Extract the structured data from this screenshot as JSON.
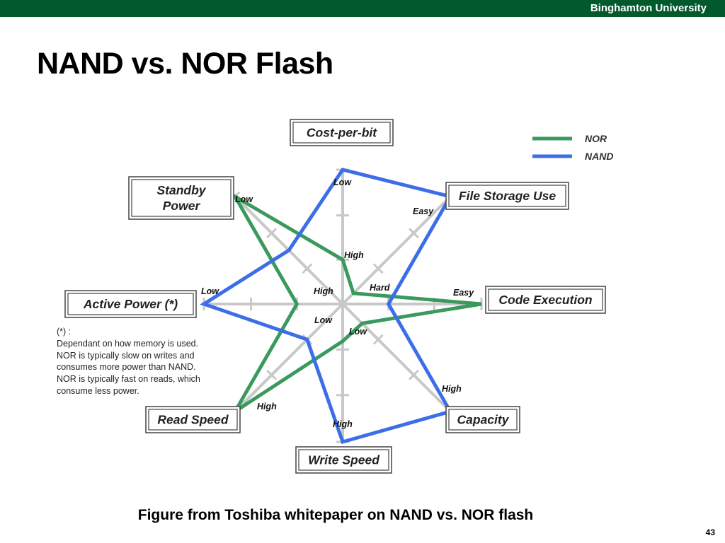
{
  "header": {
    "institution": "Binghamton University"
  },
  "slide": {
    "title": "NAND vs. NOR Flash",
    "caption": "Figure from Toshiba whitepaper on NAND vs. NOR flash",
    "page_number": "43"
  },
  "legend": [
    {
      "label": "NOR",
      "color": "#3a9a5c"
    },
    {
      "label": "NAND",
      "color": "#3c6ee8"
    }
  ],
  "footnote": [
    "(*) :",
    "Dependant on how memory is used.",
    "NOR is typically slow on writes and",
    "consumes more power than NAND.",
    "NOR is typically fast on reads, which",
    "consume less power."
  ],
  "axes": [
    {
      "name": "Cost-per-bit",
      "outer_label": "Low",
      "inner_label": "High"
    },
    {
      "name": "File Storage Use",
      "outer_label": "Easy",
      "inner_label": "Hard"
    },
    {
      "name": "Code Execution",
      "outer_label": "Easy",
      "inner_label": ""
    },
    {
      "name": "Capacity",
      "outer_label": "High",
      "inner_label": "Low"
    },
    {
      "name": "Write Speed",
      "outer_label": "High",
      "inner_label": ""
    },
    {
      "name": "Read Speed",
      "outer_label": "High",
      "inner_label": ""
    },
    {
      "name": "Active Power (*)",
      "outer_label": "Low",
      "inner_label": "Low"
    },
    {
      "name": "Standby Power",
      "outer_label": "Low",
      "inner_label": "High"
    }
  ],
  "series": [
    {
      "name": "NOR",
      "color": "#3a9a5c",
      "values": [
        0.33,
        0.1,
        1.0,
        0.18,
        0.27,
        1.0,
        0.33,
        1.0
      ]
    },
    {
      "name": "NAND",
      "color": "#3c6ee8",
      "values": [
        1.0,
        1.0,
        0.33,
        1.0,
        1.0,
        0.33,
        1.0,
        0.5
      ]
    }
  ]
}
